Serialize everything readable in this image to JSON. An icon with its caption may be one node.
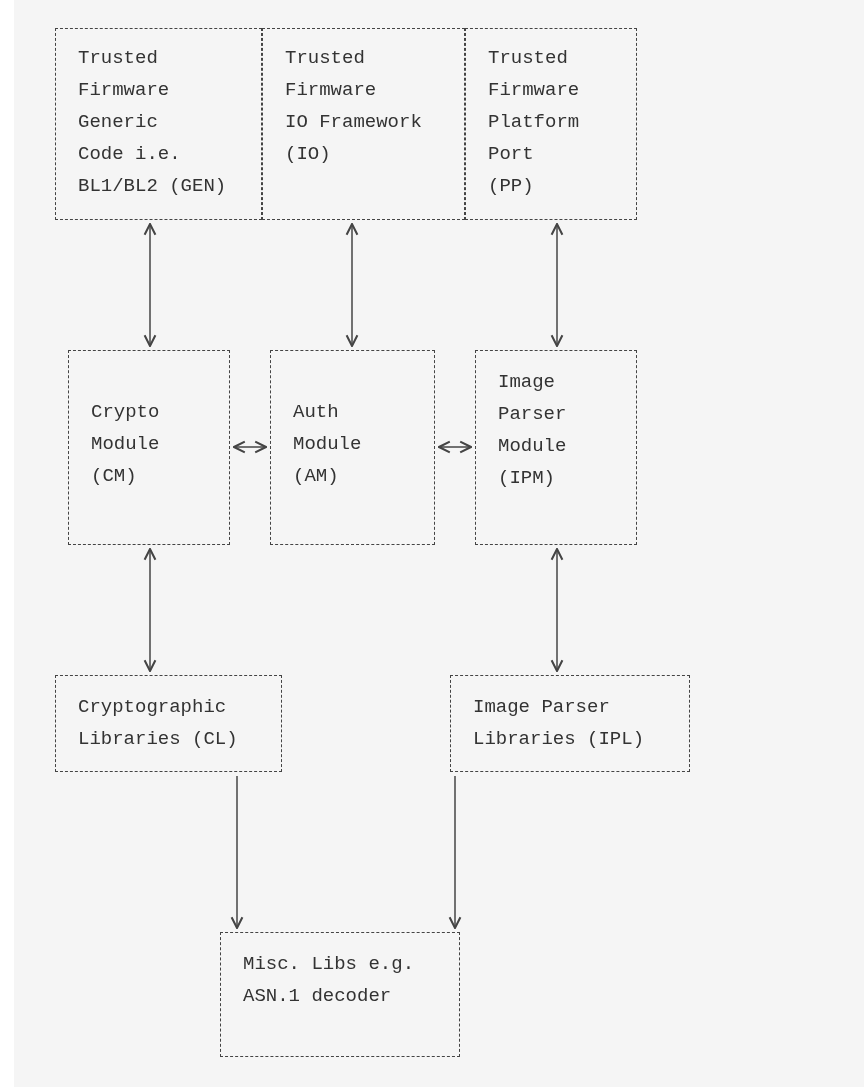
{
  "diagram": {
    "nodes": [
      {
        "text": [
          "Trusted Firmware Generic Code i.e. BL1/BL2 (GEN)"
        ]
      },
      {
        "text": [
          "Trusted Firmware IO Framework (IO)"
        ]
      },
      {
        "text": [
          "Trusted Firmware Platform Port (PP)"
        ]
      },
      {
        "text": [
          "Crypto Module (CM)"
        ]
      },
      {
        "text": [
          "Auth Module (AM)"
        ]
      },
      {
        "text": [
          "Image Parser Module (IPM)"
        ]
      },
      {
        "text": [
          "Cryptographic Libraries (CL)"
        ]
      },
      {
        "text": [
          "Image Parser Libraries (IPL)"
        ]
      },
      {
        "text": [
          "Misc. Libs e.g. ASN.1 decoder"
        ]
      }
    ],
    "edges": [
      {
        "from": 0,
        "to": 3,
        "arrow": "both"
      },
      {
        "from": 1,
        "to": 4,
        "arrow": "both"
      },
      {
        "from": 2,
        "to": 5,
        "arrow": "both"
      },
      {
        "from": 3,
        "to": 4,
        "arrow": "both"
      },
      {
        "from": 4,
        "to": 5,
        "arrow": "both"
      },
      {
        "from": 3,
        "to": 6,
        "arrow": "both"
      },
      {
        "from": 5,
        "to": 7,
        "arrow": "both"
      },
      {
        "from": 6,
        "to": 8,
        "arrow": "to"
      },
      {
        "from": 7,
        "to": 8,
        "arrow": "to"
      }
    ]
  }
}
